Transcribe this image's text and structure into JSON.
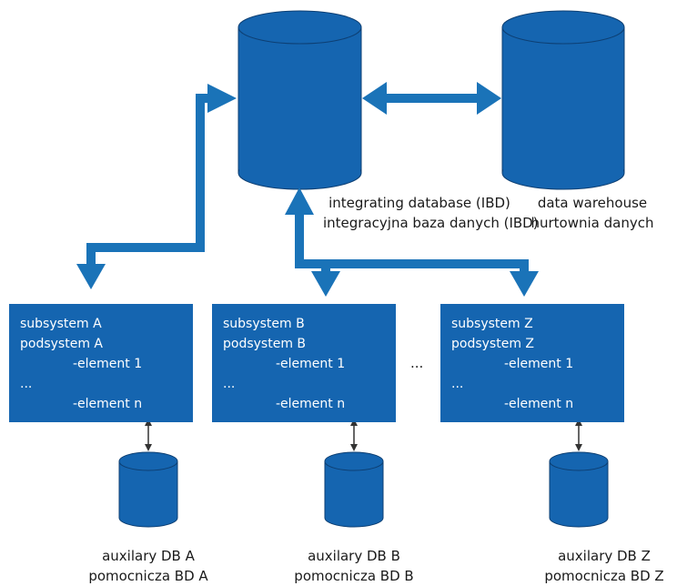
{
  "colors": {
    "db_fill": "#1565b0",
    "db_stroke": "#0d3f73",
    "arrow": "#1a73b8",
    "small_arrow": "#333333"
  },
  "central": {
    "caption_en": "integrating database (IBD)",
    "caption_pl": "integracyjna baza danych (IBD)"
  },
  "warehouse": {
    "caption_en": "data warehouse",
    "caption_pl": "hurtownia danych"
  },
  "subsystems": [
    {
      "title_en": "subsystem A",
      "title_pl": "podsystem A",
      "element_first": "-element 1",
      "ellipsis": "...",
      "element_last": "-element n",
      "aux_en": "auxilary DB A",
      "aux_pl": "pomocnicza BD A"
    },
    {
      "title_en": "subsystem B",
      "title_pl": "podsystem B",
      "element_first": "-element 1",
      "ellipsis": "...",
      "element_last": "-element n",
      "aux_en": "auxilary DB B",
      "aux_pl": "pomocnicza BD B"
    },
    {
      "title_en": "subsystem Z",
      "title_pl": "podsystem Z",
      "element_first": "-element 1",
      "ellipsis": "...",
      "element_last": "-element n",
      "aux_en": "auxilary DB Z",
      "aux_pl": "pomocnicza BD Z"
    }
  ],
  "between_ellipsis": "..."
}
